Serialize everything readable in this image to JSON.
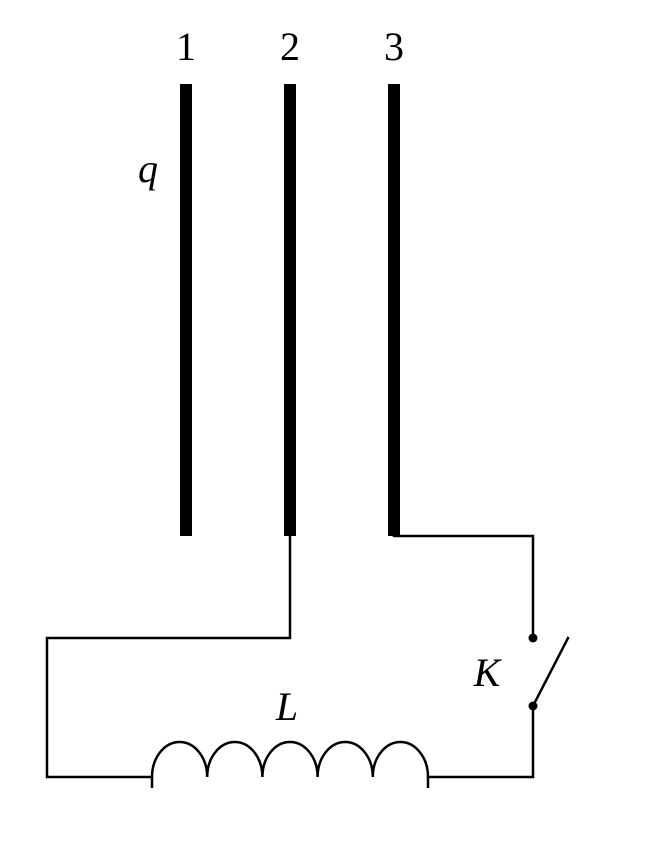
{
  "plates": [
    {
      "label": "1"
    },
    {
      "label": "2"
    },
    {
      "label": "3"
    }
  ],
  "charge_label": "q",
  "inductor_label": "L",
  "switch_label": "K"
}
